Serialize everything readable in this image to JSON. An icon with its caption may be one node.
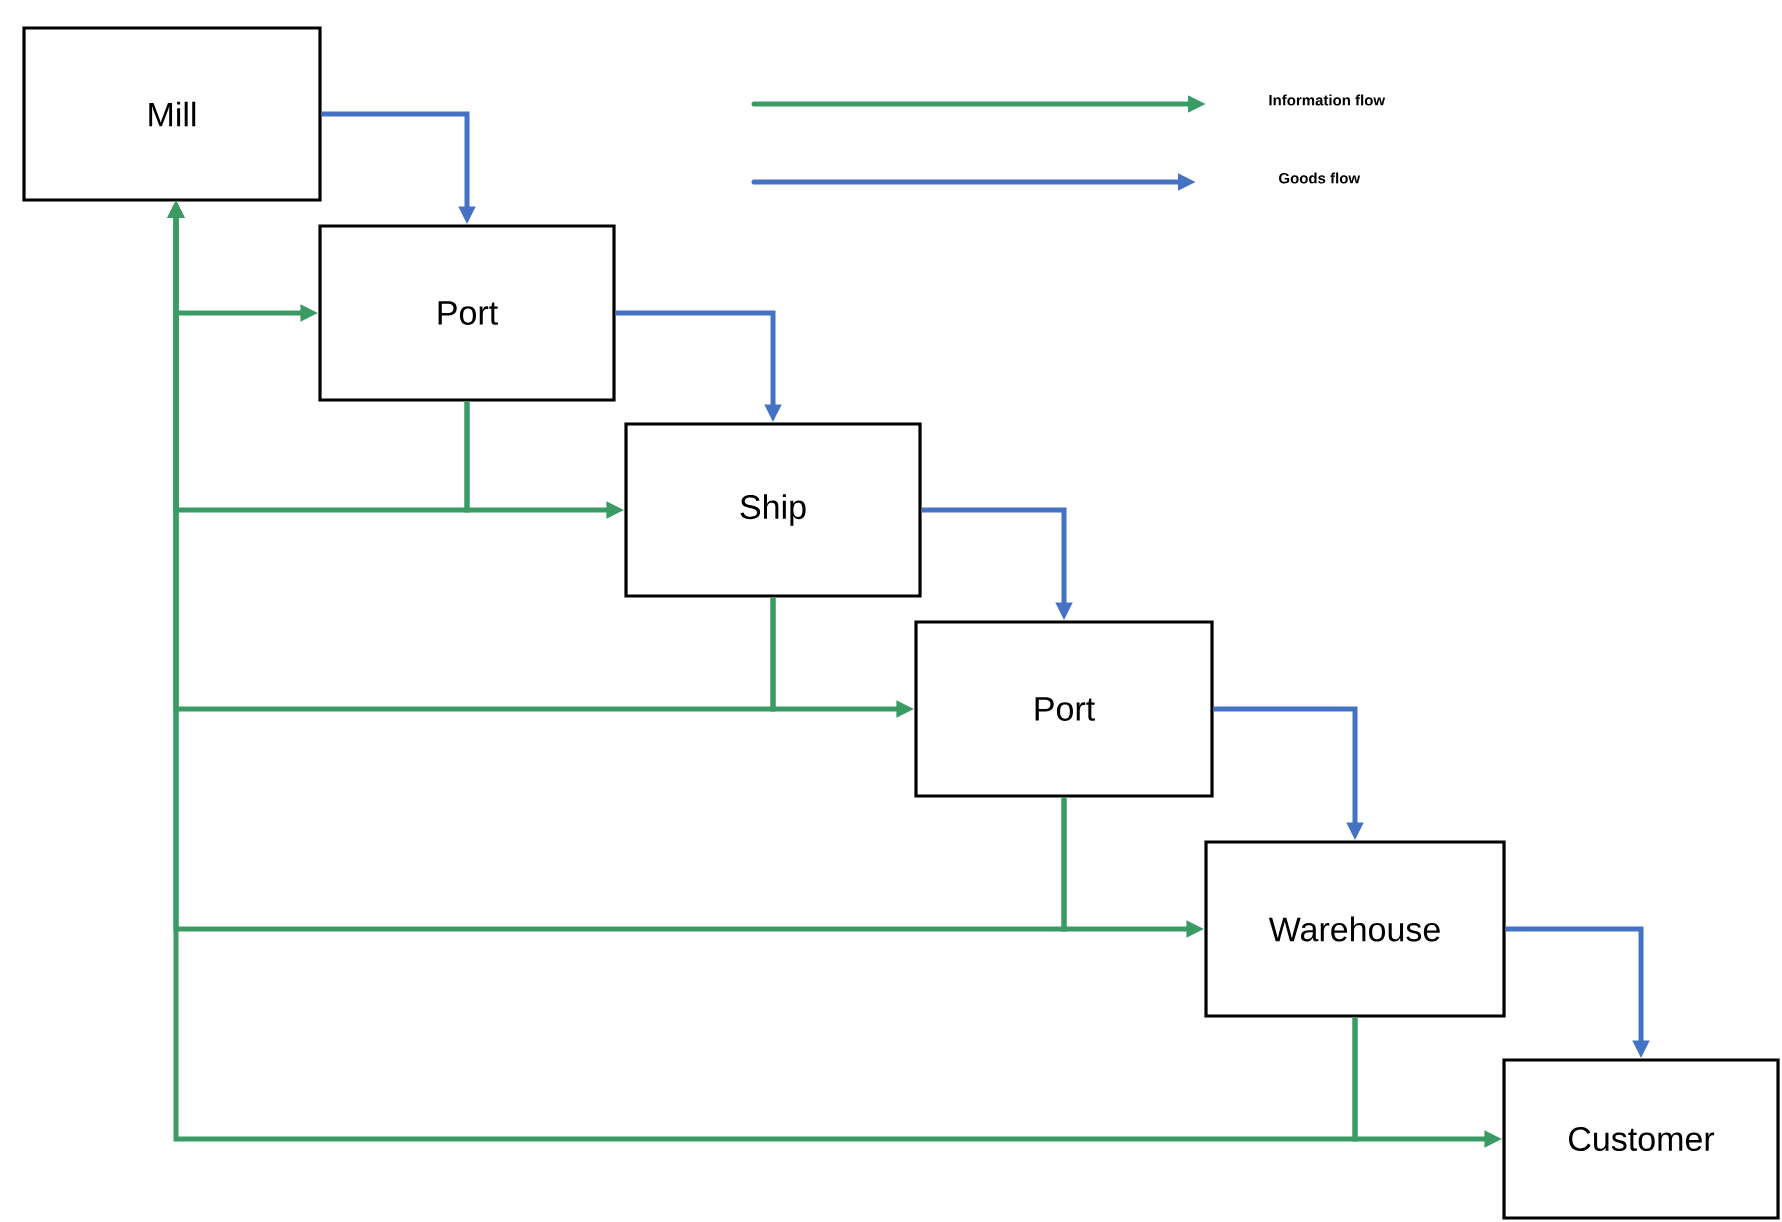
{
  "diagram": {
    "nodes": [
      {
        "text": [
          "Mill"
        ]
      },
      {
        "text": [
          "Port"
        ]
      },
      {
        "text": [
          "Ship"
        ]
      },
      {
        "text": [
          "Port"
        ]
      },
      {
        "text": [
          "Warehouse"
        ]
      },
      {
        "text": [
          "Customer"
        ]
      }
    ],
    "edges": [
      {
        "from": 0,
        "to": 1,
        "arrow": "to",
        "color": "#4472c4"
      },
      {
        "from": 1,
        "to": 2,
        "arrow": "to",
        "color": "#4472c4"
      },
      {
        "from": 2,
        "to": 3,
        "arrow": "to",
        "color": "#4472c4"
      },
      {
        "from": 3,
        "to": 4,
        "arrow": "to",
        "color": "#4472c4"
      },
      {
        "from": 4,
        "to": 5,
        "arrow": "to",
        "color": "#4472c4"
      },
      {
        "from": 1,
        "to": 2,
        "arrow": "to"
      },
      {
        "from": 2,
        "to": 3,
        "arrow": "to"
      },
      {
        "from": 3,
        "to": 4,
        "arrow": "to"
      },
      {
        "from": 4,
        "to": 5,
        "arrow": "to"
      },
      {
        "from": 1,
        "to": 0,
        "arrow": "to"
      },
      {
        "from": 2,
        "to": 0,
        "arrow": "to"
      },
      {
        "from": 3,
        "to": 0,
        "arrow": "to"
      },
      {
        "from": 4,
        "to": 0,
        "arrow": "to"
      },
      {
        "from": null,
        "to": 1,
        "arrow": "to"
      }
    ],
    "legend": [
      {
        "text": "Information flow"
      },
      {
        "text": "Goods flow"
      }
    ]
  }
}
